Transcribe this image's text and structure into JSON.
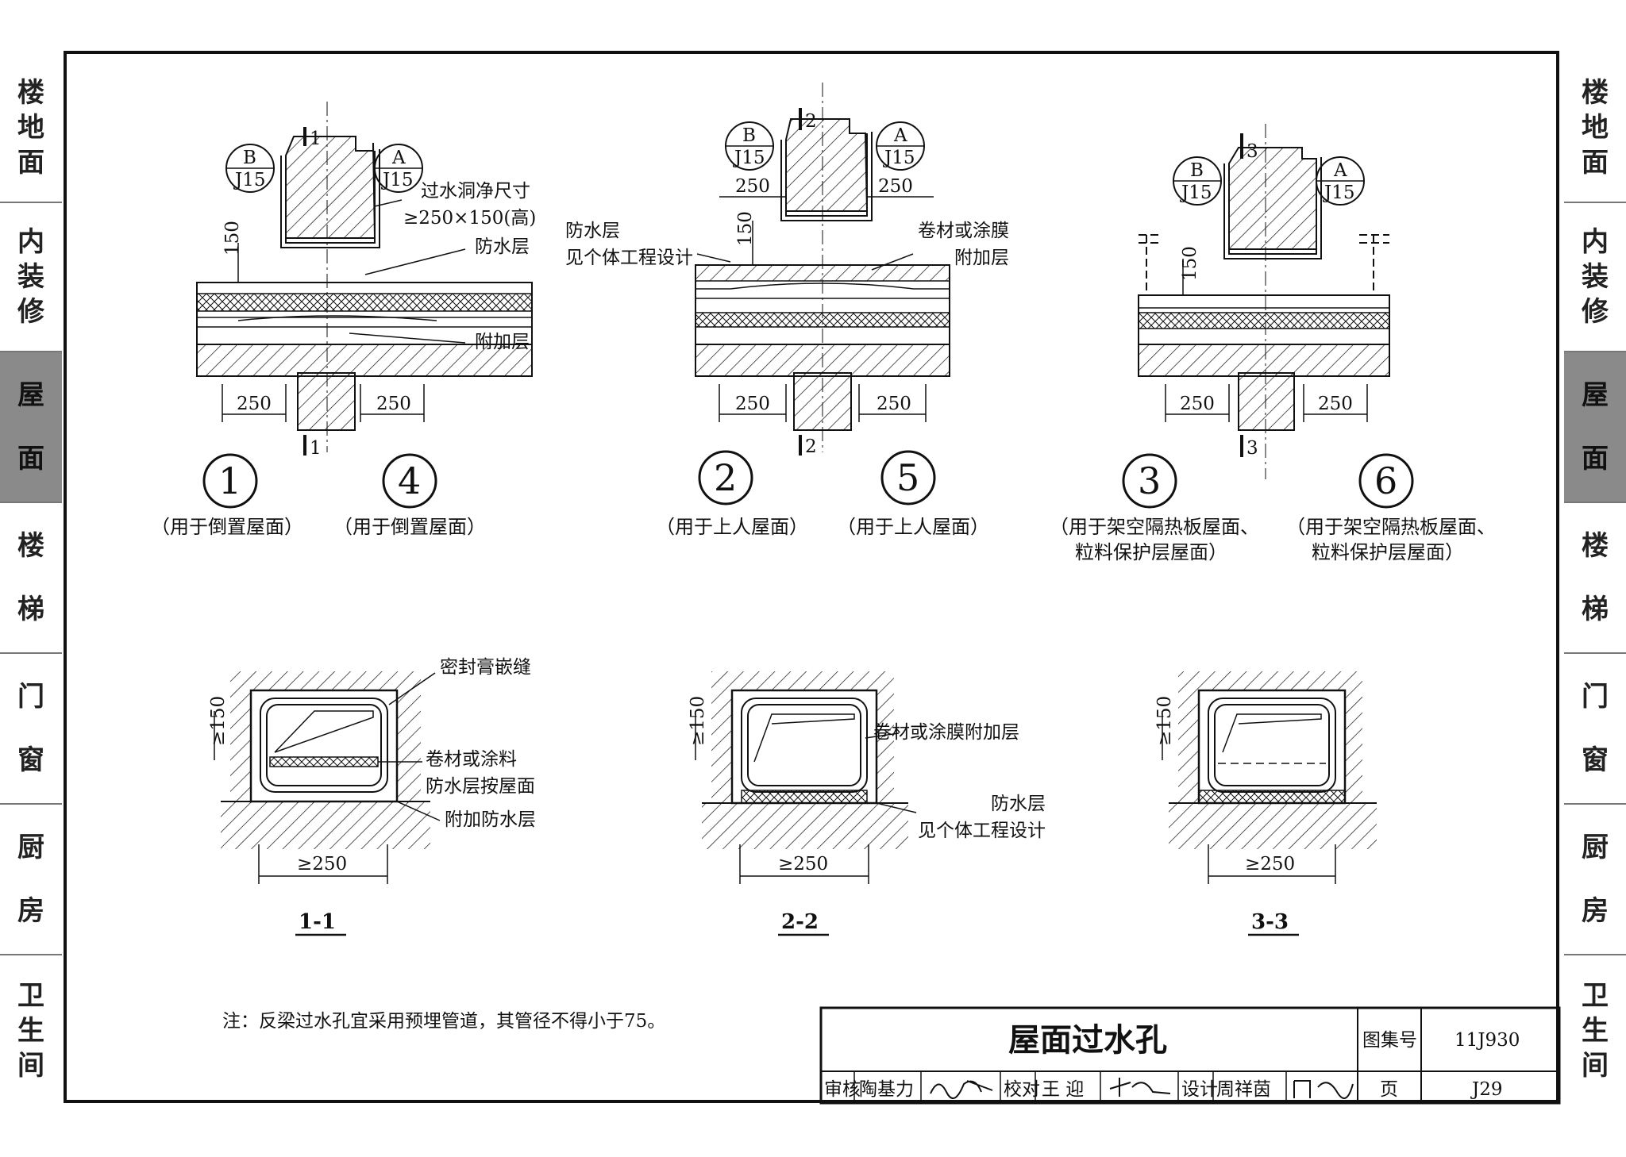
{
  "sidebar_left": [
    {
      "label": "楼地面",
      "active": false
    },
    {
      "label": "内装修",
      "active": false
    },
    {
      "label": "屋面",
      "active": true
    },
    {
      "label": "楼梯",
      "active": false
    },
    {
      "label": "门窗",
      "active": false
    },
    {
      "label": "厨房",
      "active": false
    },
    {
      "label": "卫生间",
      "active": false
    }
  ],
  "sidebar_right": [
    {
      "label": "楼地面",
      "active": false
    },
    {
      "label": "内装修",
      "active": false
    },
    {
      "label": "屋面",
      "active": true
    },
    {
      "label": "楼梯",
      "active": false
    },
    {
      "label": "门窗",
      "active": false
    },
    {
      "label": "厨房",
      "active": false
    },
    {
      "label": "卫生间",
      "active": false
    }
  ],
  "details": [
    {
      "num_a": "1",
      "num_b": "4",
      "caption_a": "（用于倒置屋面）",
      "caption_b": "（用于倒置屋面）",
      "section": "1"
    },
    {
      "num_a": "2",
      "num_b": "5",
      "caption_a": "（用于上人屋面）",
      "caption_b": "（用于上人屋面）",
      "section": "2"
    },
    {
      "num_a": "3",
      "num_b": "6",
      "caption_a": "（用于架空隔热板屋面、",
      "caption_a2": "粒料保护层屋面）",
      "caption_b": "（用于架空隔热板屋面、",
      "caption_b2": "粒料保护层屋面）",
      "section": "3"
    }
  ],
  "refs": {
    "a_letter": "A",
    "b_letter": "B",
    "sheet": "J15"
  },
  "labels": {
    "hole_size_1": "过水洞净尺寸",
    "hole_size_2": "≥250×150(高)",
    "waterproof": "防水层",
    "additional": "附加层",
    "wp_design_1": "防水层",
    "wp_design_2": "见个体工程设计",
    "membrane": "卷材或涂膜",
    "additional2": "附加层",
    "sealant": "密封膏嵌缝",
    "membrane_paint": "卷材或涂料",
    "wp_as_roof": "防水层按屋面",
    "additional_wp": "附加防水层",
    "membrane_add": "卷材或涂膜附加层",
    "wp_layer2": "防水层",
    "wp_design2": "见个体工程设计"
  },
  "dims": {
    "d250": "250",
    "d150": "150",
    "ge150": "≥150",
    "ge250": "≥250"
  },
  "sections": [
    "1-1",
    "2-2",
    "3-3"
  ],
  "note": "注：反梁过水孔宜采用预埋管道，其管径不得小于75。",
  "title_block": {
    "title": "屋面过水孔",
    "atlas_label": "图集号",
    "atlas_no": "11J930",
    "page_label": "页",
    "page_no": "J29",
    "review_label": "审核",
    "reviewer": "陶基力",
    "check_label": "校对",
    "checker": "王 迎",
    "design_label": "设计",
    "designer": "周祥茵"
  }
}
